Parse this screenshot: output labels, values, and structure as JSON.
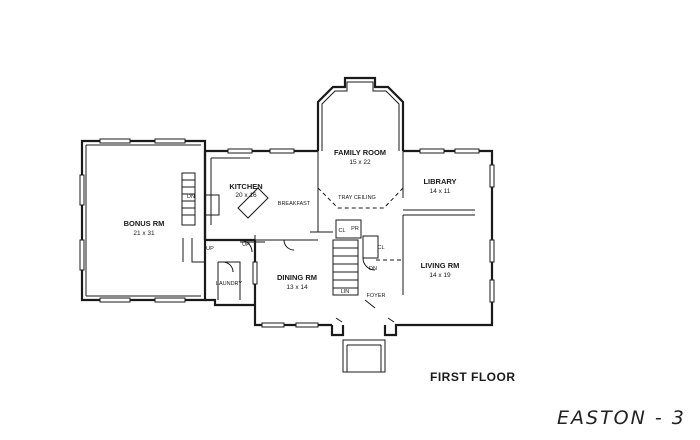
{
  "plan": {
    "floor_title": "FIRST FLOOR",
    "plan_name": "EASTON - 3"
  },
  "rooms": {
    "bonus": {
      "name": "BONUS RM",
      "size": "21 x 31"
    },
    "kitchen": {
      "name": "KITCHEN",
      "size": "20 x 16"
    },
    "breakfast": {
      "name": "BREAKFAST"
    },
    "family": {
      "name": "FAMILY ROOM",
      "size": "15 x 22"
    },
    "tray": {
      "name": "TRAY CEILING"
    },
    "library": {
      "name": "LIBRARY",
      "size": "14 x 11"
    },
    "dining": {
      "name": "DINING RM",
      "size": "13 x 14"
    },
    "living": {
      "name": "LIVING RM",
      "size": "14 x 19"
    },
    "laundry": {
      "name": "LAUNDRY"
    },
    "foyer": {
      "name": "FOYER"
    },
    "powder": {
      "name": "PR"
    },
    "closet": {
      "name": "CL"
    },
    "coat": {
      "name": "CL"
    },
    "linen": {
      "name": "LIN"
    }
  },
  "stairs": {
    "dn": "DN",
    "up1": "UP",
    "up2": "UP",
    "dn2": "DN"
  }
}
